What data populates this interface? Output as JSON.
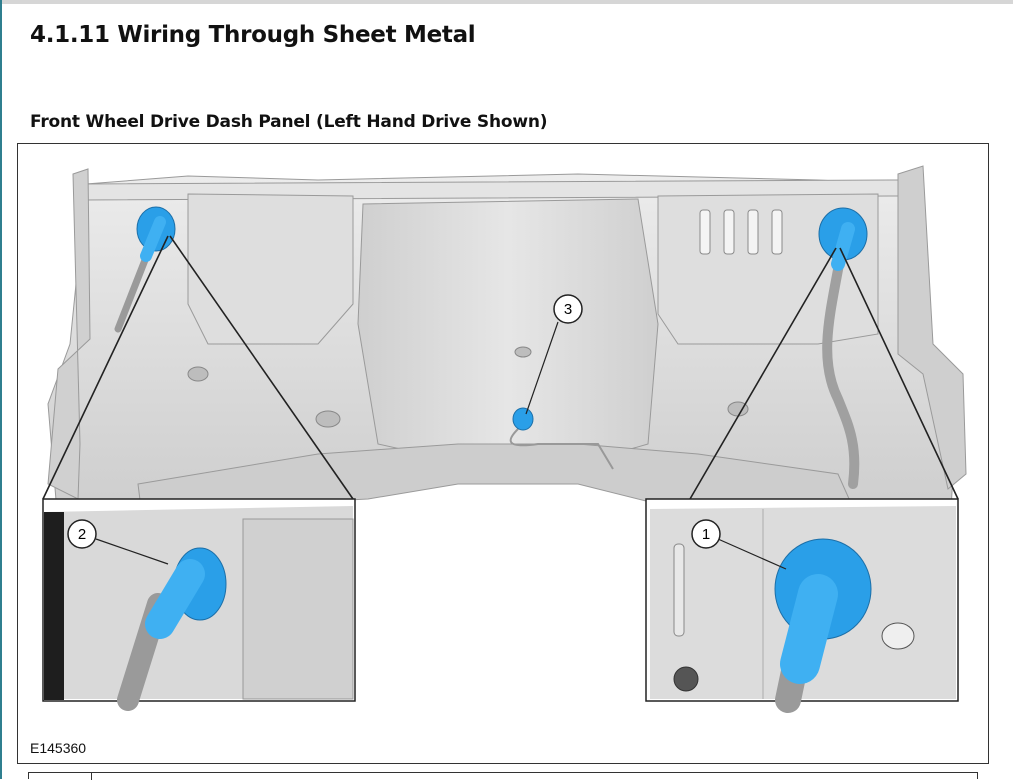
{
  "section": {
    "title": "4.1.11 Wiring Through Sheet Metal"
  },
  "figure": {
    "caption": "Front Wheel Drive Dash Panel (Left Hand Drive Shown)",
    "id": "E145360",
    "callouts": [
      {
        "number": "3"
      },
      {
        "number": "2"
      },
      {
        "number": "1"
      }
    ],
    "colors": {
      "highlight": "#2a9fe8",
      "panel": "#d4d4d4",
      "line": "#222222"
    }
  }
}
